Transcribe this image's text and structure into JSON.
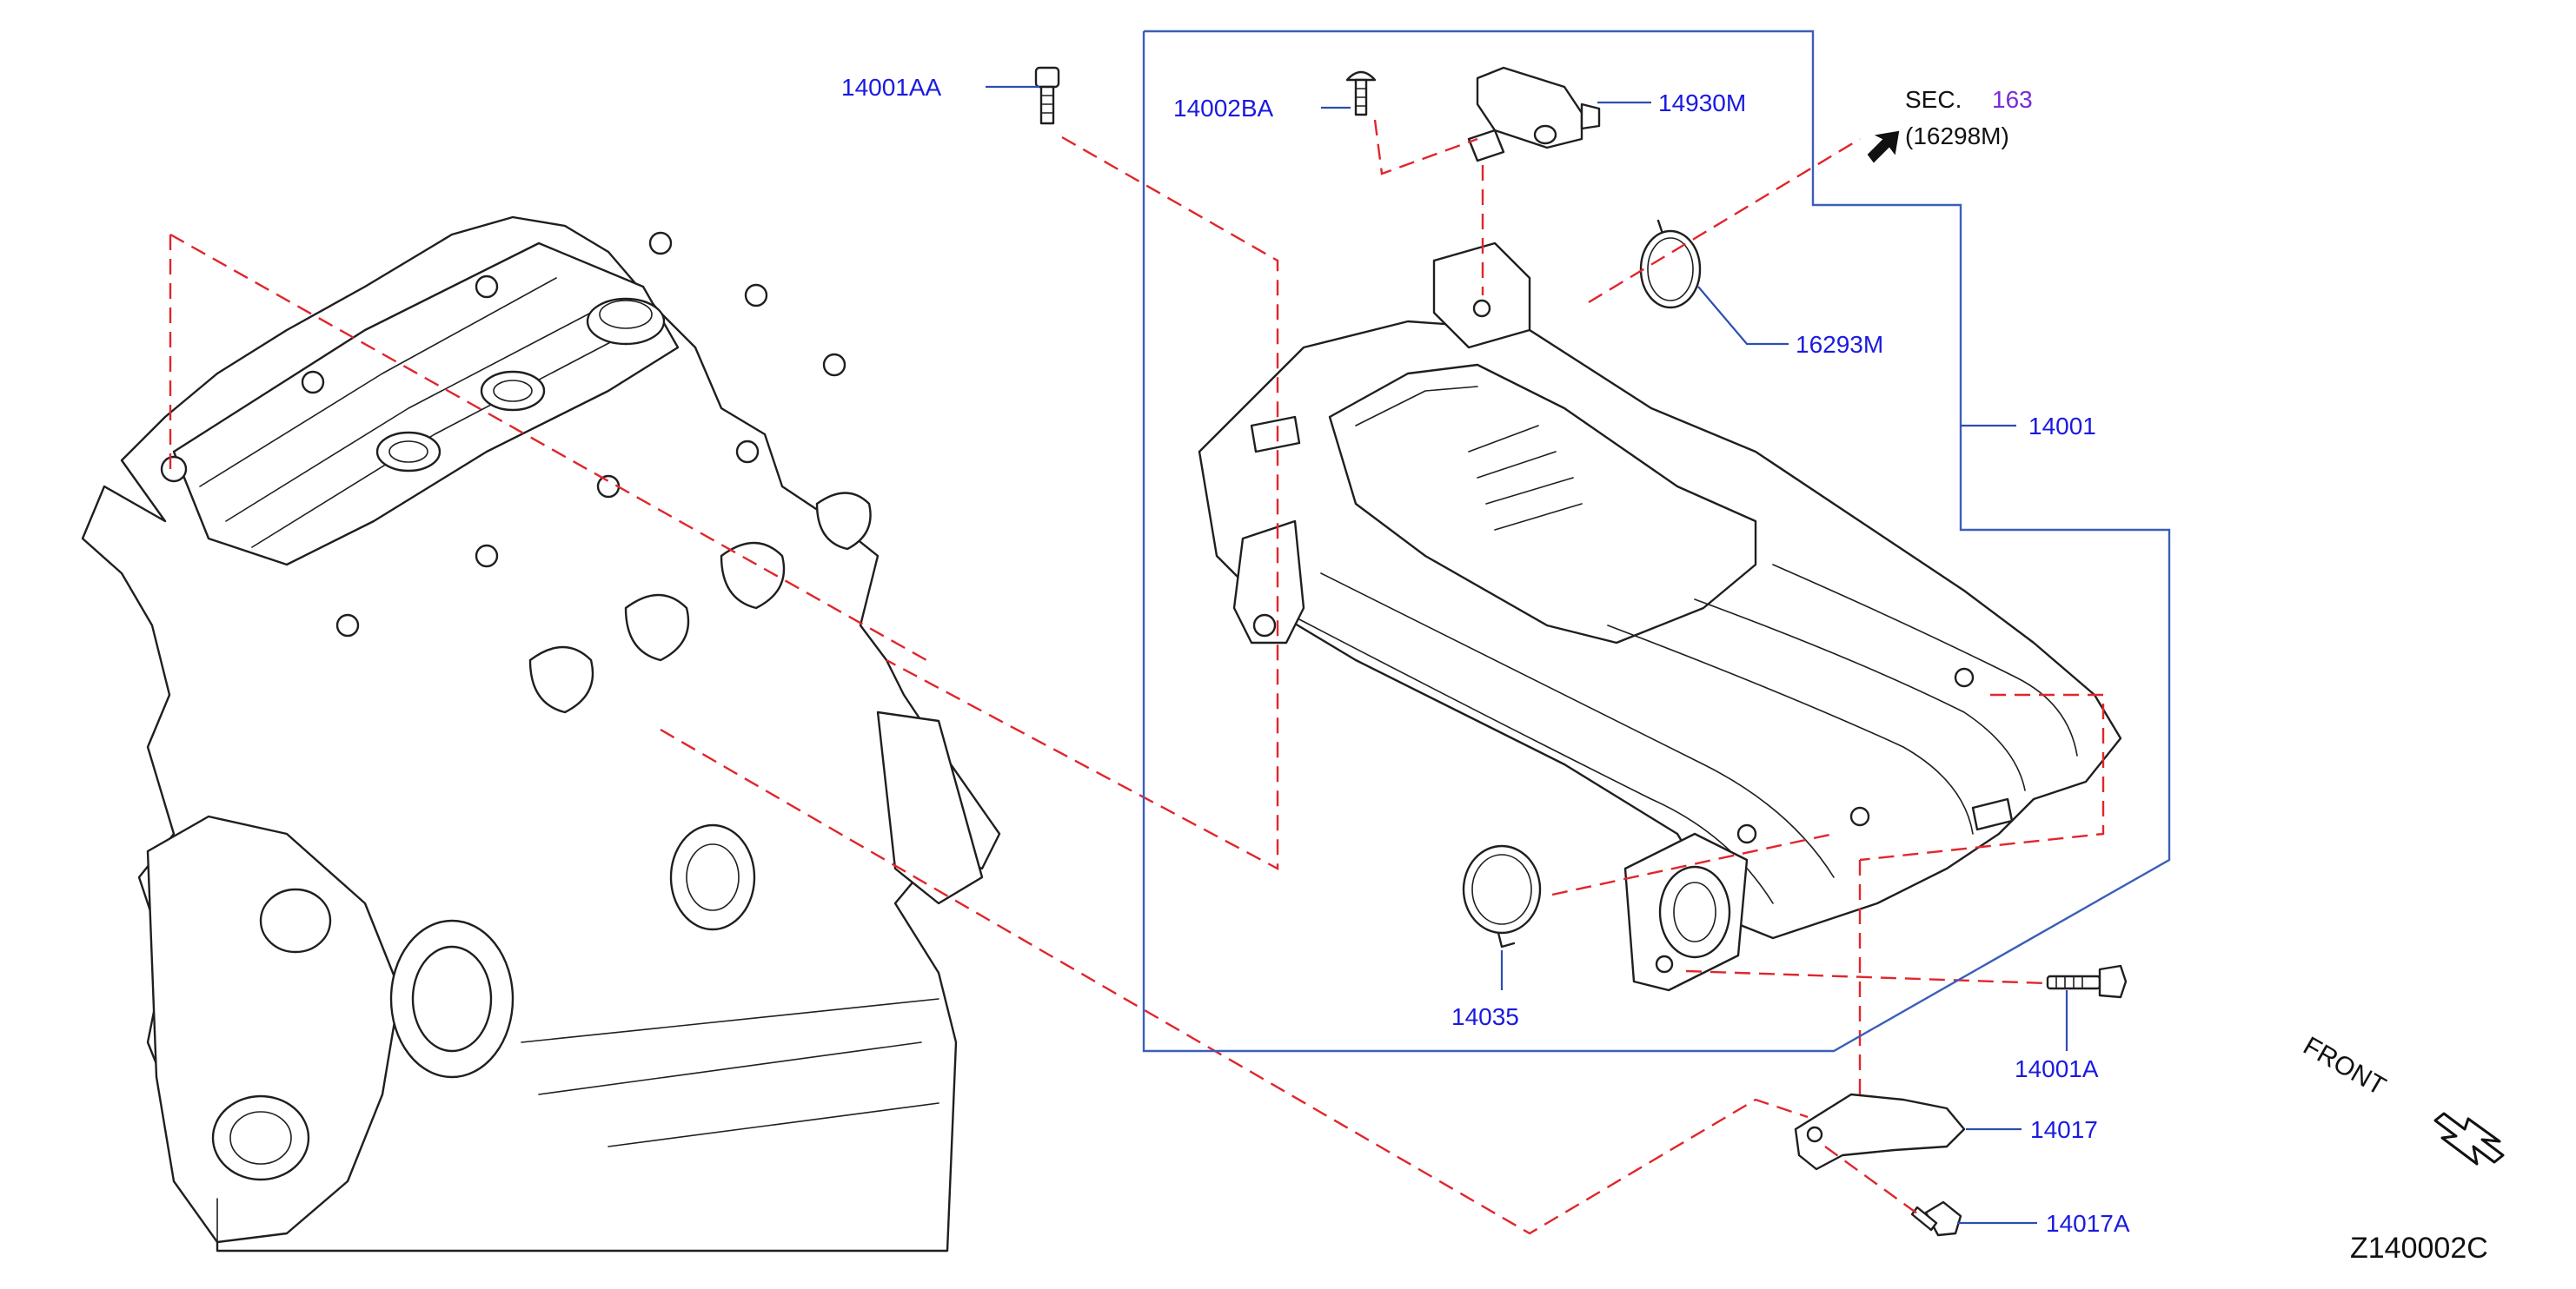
{
  "diagram_id": "Z140002C",
  "orientation_label": "FRONT",
  "section_reference": {
    "prefix": "SEC.",
    "number": "163",
    "part": "(16298M)"
  },
  "parts": [
    {
      "id": "p1",
      "label": "14001AA"
    },
    {
      "id": "p2",
      "label": "14002BA"
    },
    {
      "id": "p3",
      "label": "14930M"
    },
    {
      "id": "p4",
      "label": "16293M"
    },
    {
      "id": "p5",
      "label": "14001"
    },
    {
      "id": "p6",
      "label": "14035"
    },
    {
      "id": "p7",
      "label": "14001A"
    },
    {
      "id": "p8",
      "label": "14017"
    },
    {
      "id": "p9",
      "label": "14017A"
    }
  ],
  "colors": {
    "part_label": "#1a1ae0",
    "section_link": "#7a2bd6",
    "leader_line": "#2a4fb0",
    "dashed_guide": "#e0262c",
    "drawing_line": "#1f1f1f"
  }
}
